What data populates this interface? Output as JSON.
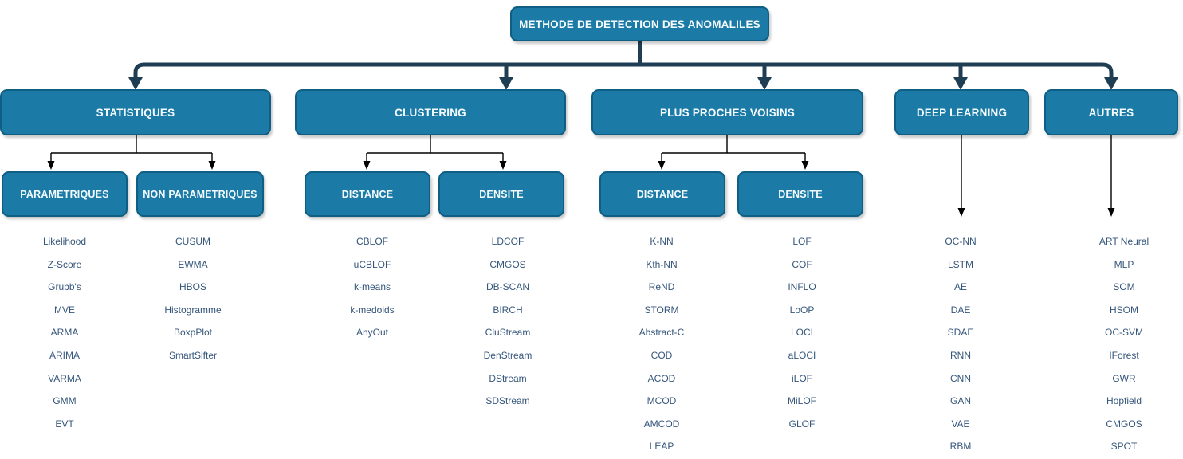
{
  "title": "METHODE DE DETECTION DES ANOMALILES",
  "colors": {
    "node_fill": "#1b7aa6",
    "node_border": "#0f5e83",
    "node_text": "#ffffff",
    "trunk_connector": "#1f3e54",
    "thin_connector": "#000000",
    "leaf_text": "#35567b",
    "background": "#ffffff"
  },
  "branches": [
    {
      "label": "STATISTIQUES",
      "children": [
        {
          "label": "PARAMETRIQUES",
          "items": [
            "Likelihood",
            "Z-Score",
            "Grubb's",
            "MVE",
            "ARMA",
            "ARIMA",
            "VARMA",
            "GMM",
            "EVT"
          ]
        },
        {
          "label": "NON PARAMETRIQUES",
          "items": [
            "CUSUM",
            "EWMA",
            "HBOS",
            "Histogramme",
            "BoxpPlot",
            "SmartSifter"
          ]
        }
      ]
    },
    {
      "label": "CLUSTERING",
      "children": [
        {
          "label": "DISTANCE",
          "items": [
            "CBLOF",
            "uCBLOF",
            "k-means",
            "k-medoids",
            "AnyOut"
          ]
        },
        {
          "label": "DENSITE",
          "items": [
            "LDCOF",
            "CMGOS",
            "DB-SCAN",
            "BIRCH",
            "CluStream",
            "DenStream",
            "DStream",
            "SDStream"
          ]
        }
      ]
    },
    {
      "label": "PLUS PROCHES VOISINS",
      "children": [
        {
          "label": "DISTANCE",
          "items": [
            "K-NN",
            "Kth-NN",
            "ReND",
            "STORM",
            "Abstract-C",
            "COD",
            "ACOD",
            "MCOD",
            "AMCOD",
            "LEAP"
          ]
        },
        {
          "label": "DENSITE",
          "items": [
            "LOF",
            "COF",
            "INFLO",
            "LoOP",
            "LOCI",
            "aLOCI",
            "iLOF",
            "MiLOF",
            "GLOF"
          ]
        }
      ]
    },
    {
      "label": "DEEP LEARNING",
      "items": [
        "OC-NN",
        "LSTM",
        "AE",
        "DAE",
        "SDAE",
        "RNN",
        "CNN",
        "GAN",
        "VAE",
        "RBM"
      ]
    },
    {
      "label": "AUTRES",
      "items": [
        "ART Neural",
        "MLP",
        "SOM",
        "HSOM",
        "OC-SVM",
        "IForest",
        "GWR",
        "Hopfield",
        "CMGOS",
        "SPOT"
      ]
    }
  ]
}
